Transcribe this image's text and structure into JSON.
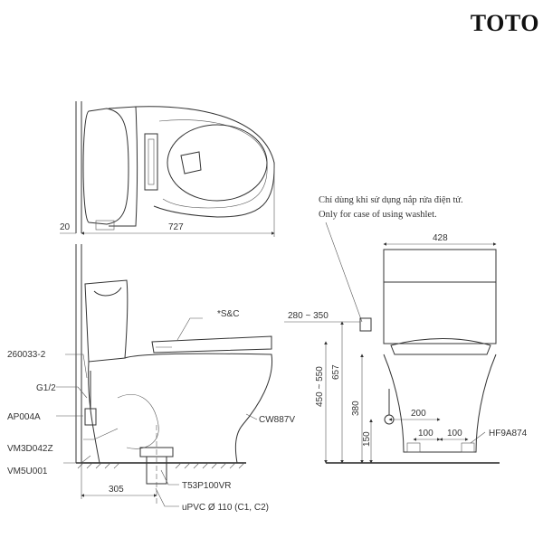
{
  "brand": {
    "logo_text": "TOTO"
  },
  "top_view": {
    "dim_wall": "20",
    "dim_length": "727"
  },
  "side_view": {
    "labels": {
      "seat": "*S&C",
      "bowl": "CW887V",
      "part1": "260033-2",
      "part2": "G1/2",
      "part3": "AP004A",
      "part4": "VM3D042Z",
      "part5": "VM5U001",
      "flange": "T53P100VR",
      "pipe": "uPVC Ø 110 (C1, C2)"
    },
    "dim_outlet": "305"
  },
  "front_view": {
    "note_vi": "Chỉ dùng khi sử dụng nắp rửa điện tử.",
    "note_en": "Only for case of using washlet.",
    "dim_width": "428",
    "dim_socket": "280 ~ 350",
    "dim_seat_height": "450 ~ 550",
    "dim_total": "657",
    "dim_inlet": "380",
    "dim_floor": "150",
    "dim_200": "200",
    "dim_100a": "100",
    "dim_100b": "100",
    "fixing": "HF9A874"
  }
}
